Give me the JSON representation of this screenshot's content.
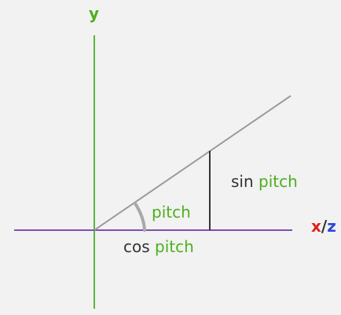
{
  "axes": {
    "y_label": "y",
    "x_label": "x",
    "separator": "/",
    "z_label": "z"
  },
  "labels": {
    "angle": "pitch",
    "sin_prefix": "sin",
    "sin_word": "pitch",
    "cos_prefix": "cos",
    "cos_word": "pitch"
  },
  "colors": {
    "background": "#f2f2f2",
    "y_axis": "#5ab63a",
    "horizontal_axis": "#7f4fb0",
    "vector": "#9a9a9a",
    "sine_line": "#333333",
    "angle_arc": "#a8a8a8",
    "green_text": "#4caf1e",
    "dark_text": "#333333",
    "x_color": "#e0201b",
    "z_color": "#2b48d6"
  }
}
